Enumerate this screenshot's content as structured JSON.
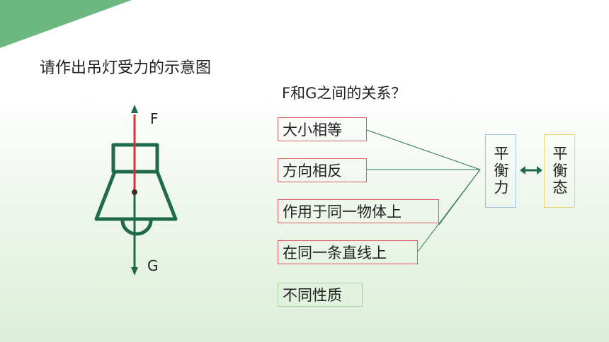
{
  "title": "请作出吊灯受力的示意图",
  "question": "F和G之间的关系？",
  "force_labels": {
    "up": "F",
    "down": "G"
  },
  "conditions": [
    "大小相等",
    "方向相反",
    "作用于同一物体上",
    "在同一条直线上"
  ],
  "extra": "不同性质",
  "balance_force": "平衡力",
  "balance_state": "平衡态",
  "colors": {
    "lamp": "#1f6a4a",
    "force_arrow": "#e03030",
    "corner": "#5fae7a",
    "box_red": "#e05a5a"
  }
}
